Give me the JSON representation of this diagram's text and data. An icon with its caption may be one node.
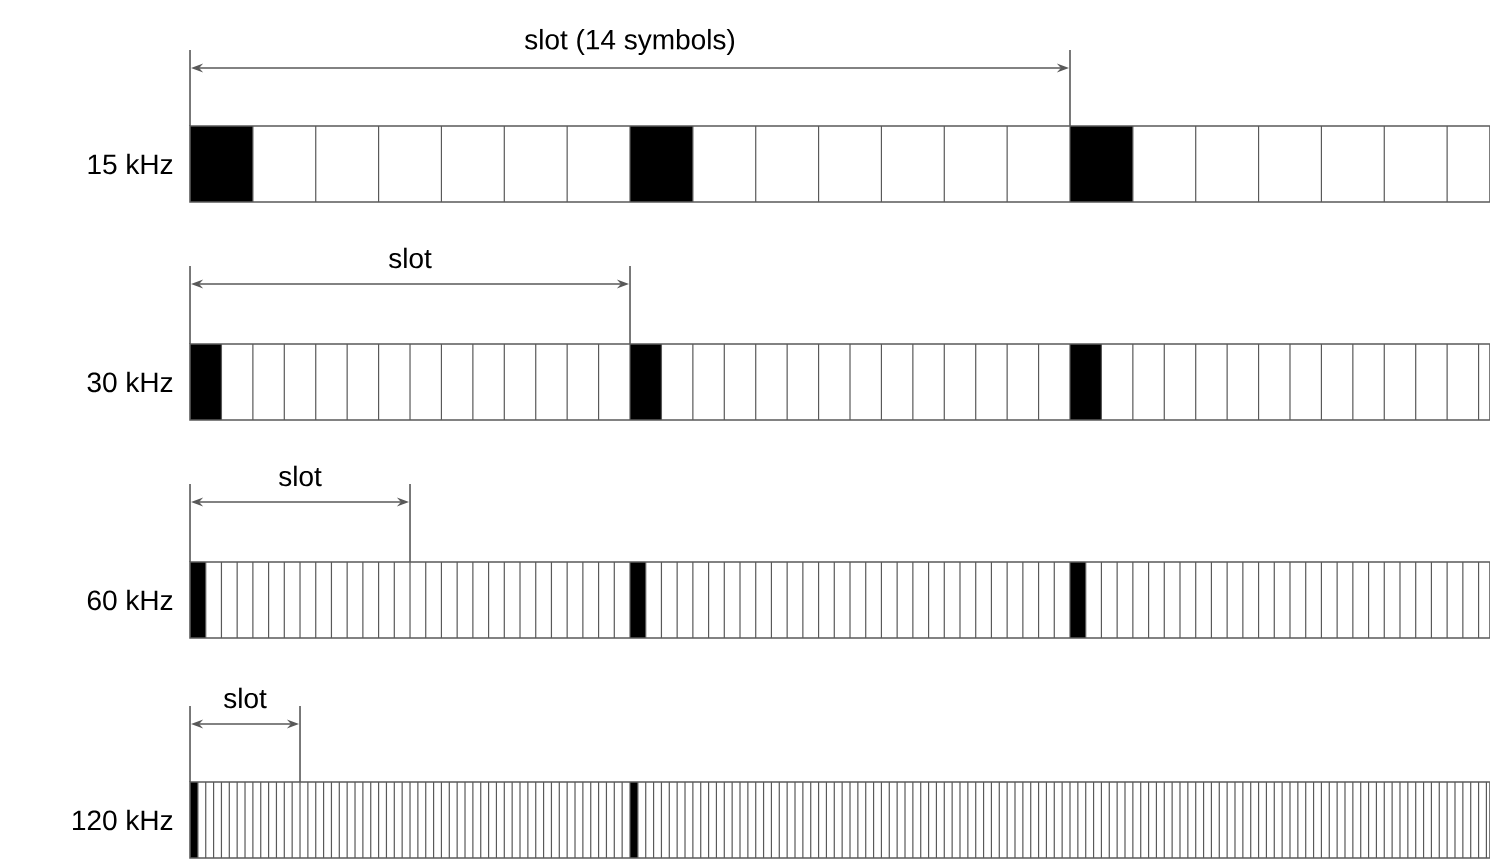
{
  "diagram": {
    "labels": [
      "slot (14 symbols)",
      "15 kHz",
      "slot",
      "30 kHz",
      "slot",
      "60 kHz",
      "slot",
      "120 kHz"
    ]
  }
}
